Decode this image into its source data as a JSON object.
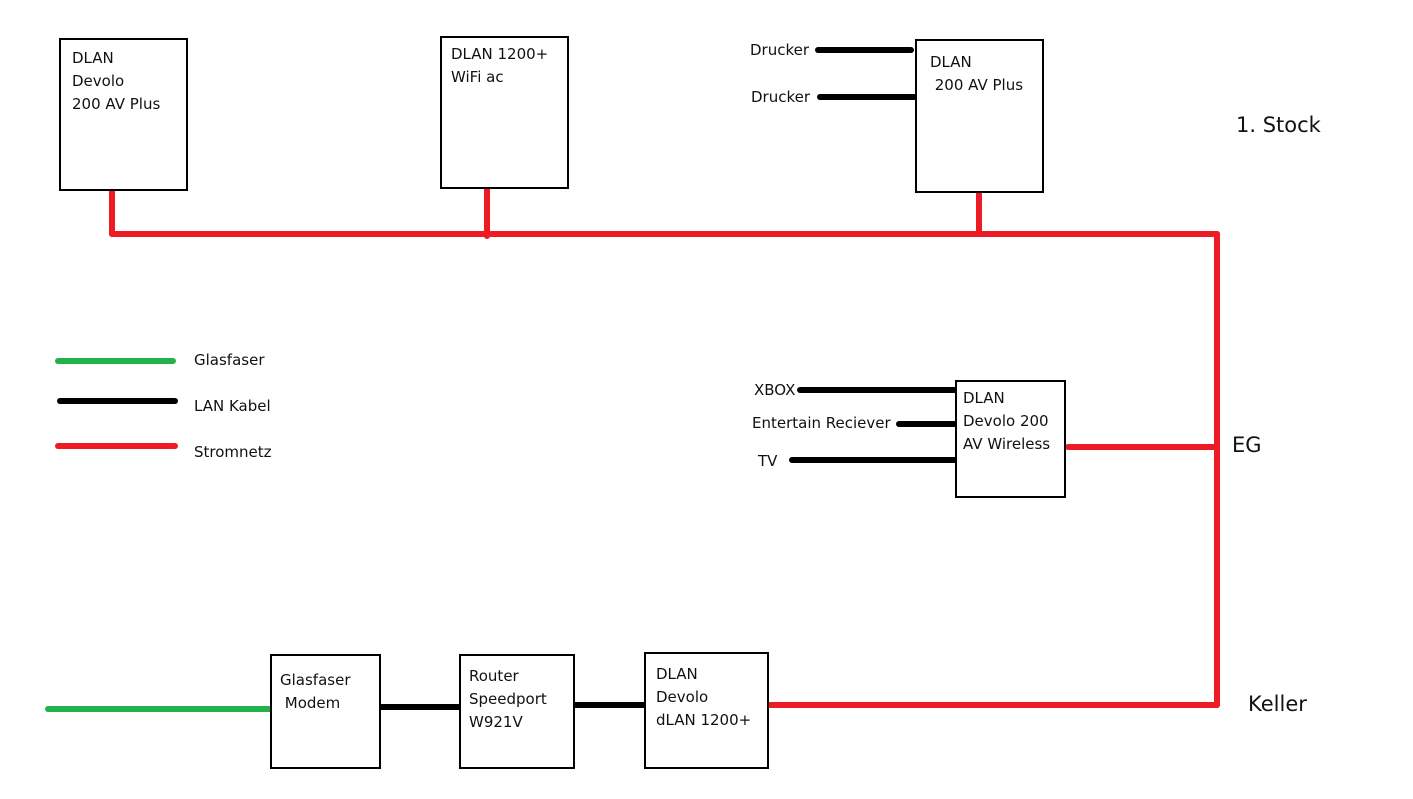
{
  "colors": {
    "glasfaser": "#22b14c",
    "lan": "#000000",
    "strom": "#ed1c24",
    "box_border": "#000000",
    "background": "#ffffff"
  },
  "floors": {
    "first": "1. Stock",
    "ground": "EG",
    "basement": "Keller"
  },
  "devices": {
    "dlan_devolo_1": "DLAN\nDevolo\n200 AV Plus",
    "dlan_1200_wifi": "DLAN 1200+\nWiFi ac",
    "dlan_200_plus": "DLAN\n 200 AV Plus",
    "dlan_wireless": "DLAN\nDevolo 200\nAV Wireless",
    "modem": "Glasfaser\n Modem",
    "router": "Router\nSpeedport\nW921V",
    "dlan_1200": "DLAN\nDevolo\ndLAN 1200+"
  },
  "endpoints": {
    "drucker_1": "Drucker",
    "drucker_2": "Drucker",
    "xbox": "XBOX",
    "receiver": "Entertain Reciever",
    "tv": "TV"
  },
  "legend": {
    "glasfaser": "Glasfaser",
    "lan": "LAN Kabel",
    "strom": "Stromnetz"
  }
}
